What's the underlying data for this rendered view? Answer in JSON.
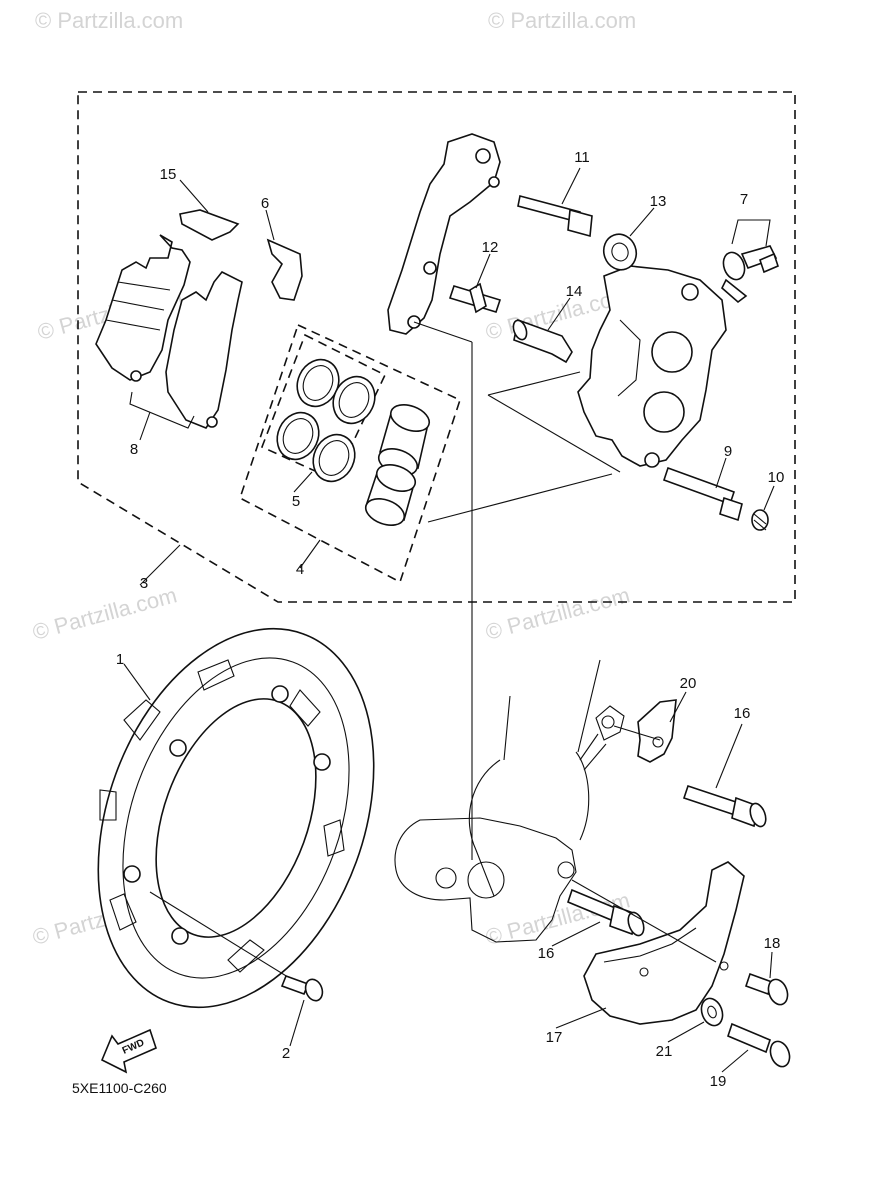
{
  "diagram_code": "5XE1100-C260",
  "fwd_label": "FWD",
  "watermark": "© Partzilla.com",
  "callouts": [
    {
      "id": "1",
      "label": "1"
    },
    {
      "id": "2",
      "label": "2"
    },
    {
      "id": "3",
      "label": "3"
    },
    {
      "id": "4",
      "label": "4"
    },
    {
      "id": "5",
      "label": "5"
    },
    {
      "id": "6",
      "label": "6"
    },
    {
      "id": "7",
      "label": "7"
    },
    {
      "id": "8",
      "label": "8"
    },
    {
      "id": "9",
      "label": "9"
    },
    {
      "id": "10",
      "label": "10"
    },
    {
      "id": "11",
      "label": "11"
    },
    {
      "id": "12",
      "label": "12"
    },
    {
      "id": "13",
      "label": "13"
    },
    {
      "id": "14",
      "label": "14"
    },
    {
      "id": "15",
      "label": "15"
    },
    {
      "id": "16a",
      "label": "16"
    },
    {
      "id": "16b",
      "label": "16"
    },
    {
      "id": "17",
      "label": "17"
    },
    {
      "id": "18",
      "label": "18"
    },
    {
      "id": "19",
      "label": "19"
    },
    {
      "id": "20",
      "label": "20"
    },
    {
      "id": "21",
      "label": "21"
    }
  ]
}
